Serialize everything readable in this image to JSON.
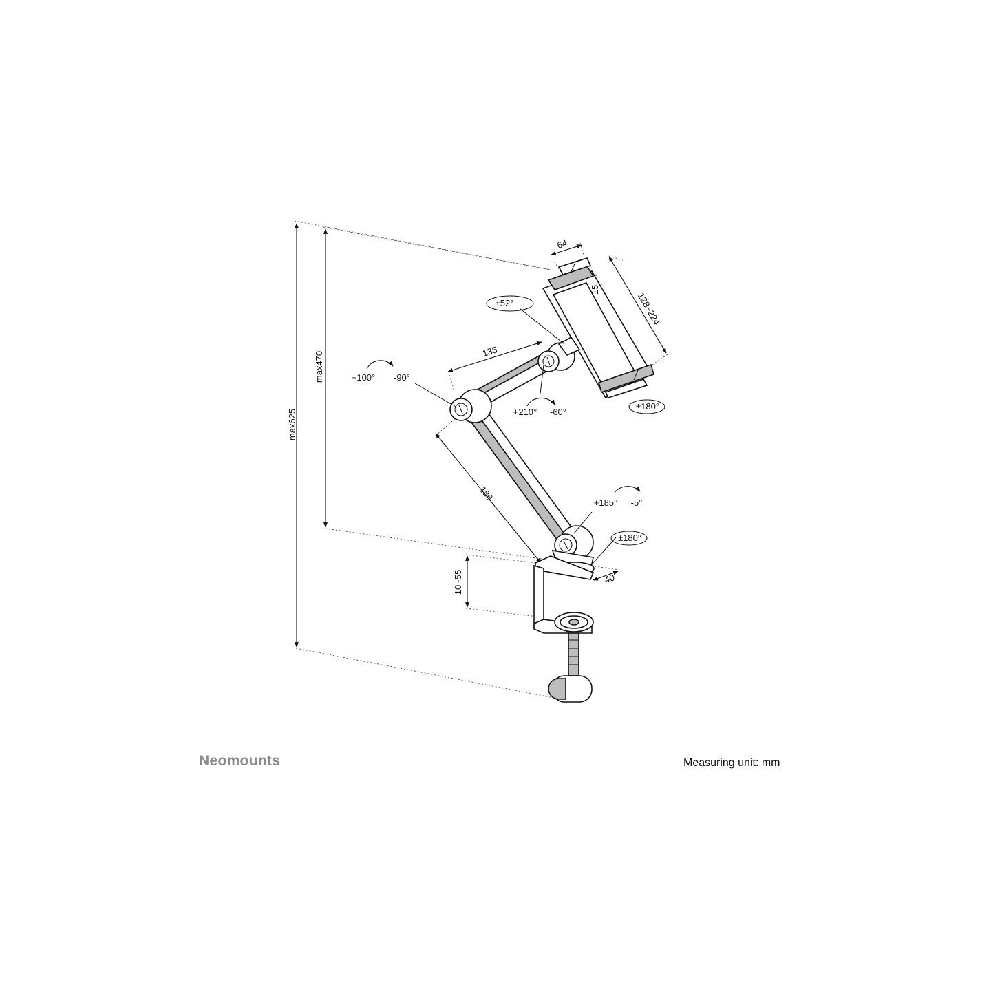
{
  "brand": {
    "name": "Neomounts"
  },
  "footer": {
    "measuring_unit": "Measuring unit: mm"
  },
  "dimensions": {
    "total_height": "max625",
    "arm_height": "max470",
    "upper_arm_length": "135",
    "lower_arm_length": "186",
    "holder_depth": "64",
    "holder_lip": "15",
    "holder_range": "128~224",
    "clamp_range": "10~55",
    "base_width": "40"
  },
  "rotations": {
    "tilt": "±52°",
    "holder_rotate": "±180°",
    "base_rotate": "±180°",
    "elbow_up": "+100°",
    "elbow_down": "-90°",
    "head_up": "+210°",
    "head_down": "-60°",
    "shoulder_up": "+185°",
    "shoulder_down": "-5°"
  }
}
